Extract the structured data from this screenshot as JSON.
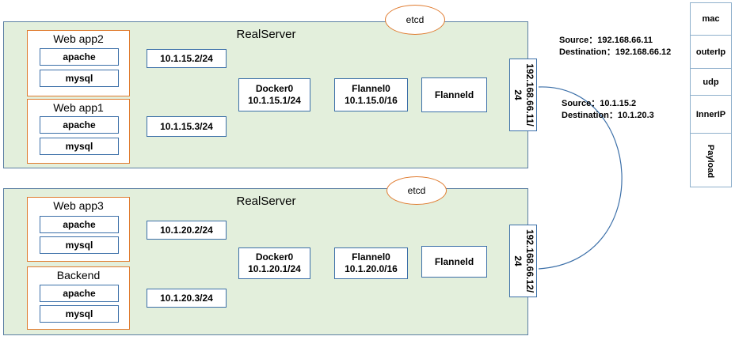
{
  "servers": [
    {
      "title": "RealServer",
      "etcd": "etcd",
      "apps": [
        {
          "title": "Web app2",
          "services": [
            "apache",
            "mysql"
          ]
        },
        {
          "title": "Web app1",
          "services": [
            "apache",
            "mysql"
          ]
        }
      ],
      "container_ips": [
        "10.1.15.2/24",
        "10.1.15.3/24"
      ],
      "docker": {
        "name": "Docker0",
        "ip": "10.1.15.1/24"
      },
      "flannel0": {
        "name": "Flannel0",
        "ip": "10.1.15.0/16"
      },
      "flanneld": "Flanneld",
      "host_ip": "192.168.66.11/\n24"
    },
    {
      "title": "RealServer",
      "etcd": "etcd",
      "apps": [
        {
          "title": "Web app3",
          "services": [
            "apache",
            "mysql"
          ]
        },
        {
          "title": "Backend",
          "services": [
            "apache",
            "mysql"
          ]
        }
      ],
      "container_ips": [
        "10.1.20.2/24",
        "10.1.20.3/24"
      ],
      "docker": {
        "name": "Docker0",
        "ip": "10.1.20.1/24"
      },
      "flannel0": {
        "name": "Flannel0",
        "ip": "10.1.20.0/16"
      },
      "flanneld": "Flanneld",
      "host_ip": "192.168.66.12/\n24"
    }
  ],
  "outer_packet": {
    "source": "Source：192.168.66.11",
    "destination": "Destination：192.168.66.12"
  },
  "inner_packet": {
    "source": "Source：10.1.15.2",
    "destination": "Destination：10.1.20.3"
  },
  "packet_stack": [
    "mac",
    "outerIp",
    "udp",
    "InnerIP",
    "Payload"
  ]
}
